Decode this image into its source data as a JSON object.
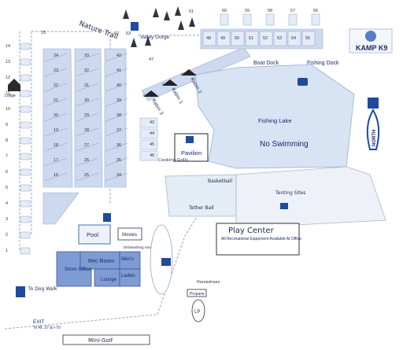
{
  "labels": {
    "nature_trail": "Nature Trail",
    "valley_gorge": "Valley Gorge",
    "boat_dock": "Boat Dock",
    "fishing_dock": "Fishing Dock",
    "fishing_lake": "Fishing Lake",
    "no_swimming": "No Swimming",
    "pavilion": "Pavilion",
    "cooking_grills": "Cooking Grills",
    "basketball": "Basketball",
    "tether_ball": "Tether Ball",
    "tenting_sites": "Tenting Sites",
    "play_center": "Play Center",
    "all_rec_equipment": "All Recreational Equipment Available At Office",
    "pool": "Pool",
    "movies": "Movies",
    "dishwashing_area": "Dishwashing Area",
    "rec_room": "Rec Room",
    "mens": "Men's",
    "store_office": "Store Office",
    "lounge": "Lounge",
    "ladies": "Ladies",
    "horseshoes": "Horseshoes",
    "propane": "Propane",
    "lp": "LP",
    "to_dog_walk": "To Dog Walk",
    "exit": "EXIT",
    "exit_route": "To Rt. 27 & I-70",
    "mini_golf": "Mini-Golf",
    "north": "NORTH",
    "lodge": "Lodge",
    "brand": "KAMP K9",
    "kabin": "KABIN",
    "kabin_1": "Kabin 1",
    "kabin_2": "Kabin 2",
    "kabin_3": "Kabin 3"
  },
  "sites": {
    "left_column": [
      "14",
      "13",
      "12",
      "11",
      "10",
      "9",
      "8",
      "7",
      "6",
      "5",
      "4",
      "3",
      "2",
      "1"
    ],
    "lot_a": [
      "24",
      "23",
      "22",
      "21",
      "20",
      "19",
      "18",
      "17",
      "16"
    ],
    "lot_b": [
      "33",
      "32",
      "31",
      "30",
      "29",
      "28",
      "27",
      "26",
      "25"
    ],
    "lot_c": [
      "42",
      "41",
      "40",
      "39",
      "38",
      "37",
      "36",
      "35",
      "34"
    ],
    "row_d": [
      "47",
      "46",
      "45",
      "44",
      "43"
    ],
    "top_rows": [
      "48",
      "49",
      "50",
      "51",
      "52",
      "53",
      "54",
      "55"
    ],
    "top_upper": [
      "60",
      "59",
      "58",
      "57",
      "56"
    ],
    "top_misc": [
      "15",
      "61",
      "62",
      "63"
    ]
  },
  "colors": {
    "lake": "#d8e4f4",
    "building": "#7f9bd3",
    "lot": "#ccd9ee",
    "accent": "#1f4a9e"
  }
}
